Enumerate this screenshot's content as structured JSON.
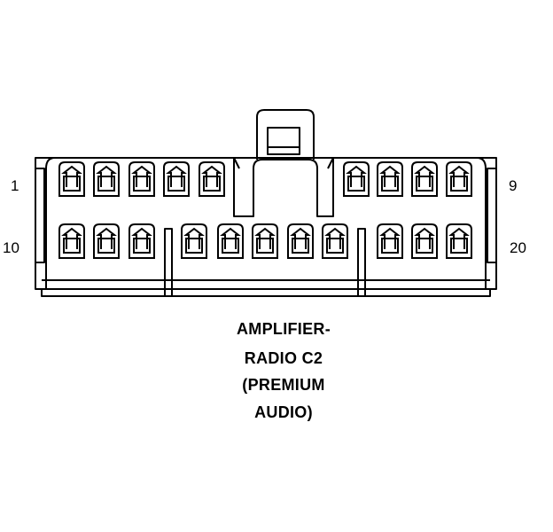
{
  "pin_labels": {
    "top_left": "1",
    "top_right": "9",
    "bottom_left": "10",
    "bottom_right": "20"
  },
  "caption": {
    "line1": "AMPLIFIER-",
    "line2": "RADIO C2",
    "line3": "(PREMIUM",
    "line4": "AUDIO)"
  },
  "colors": {
    "stroke": "#000000",
    "background": "#ffffff"
  }
}
